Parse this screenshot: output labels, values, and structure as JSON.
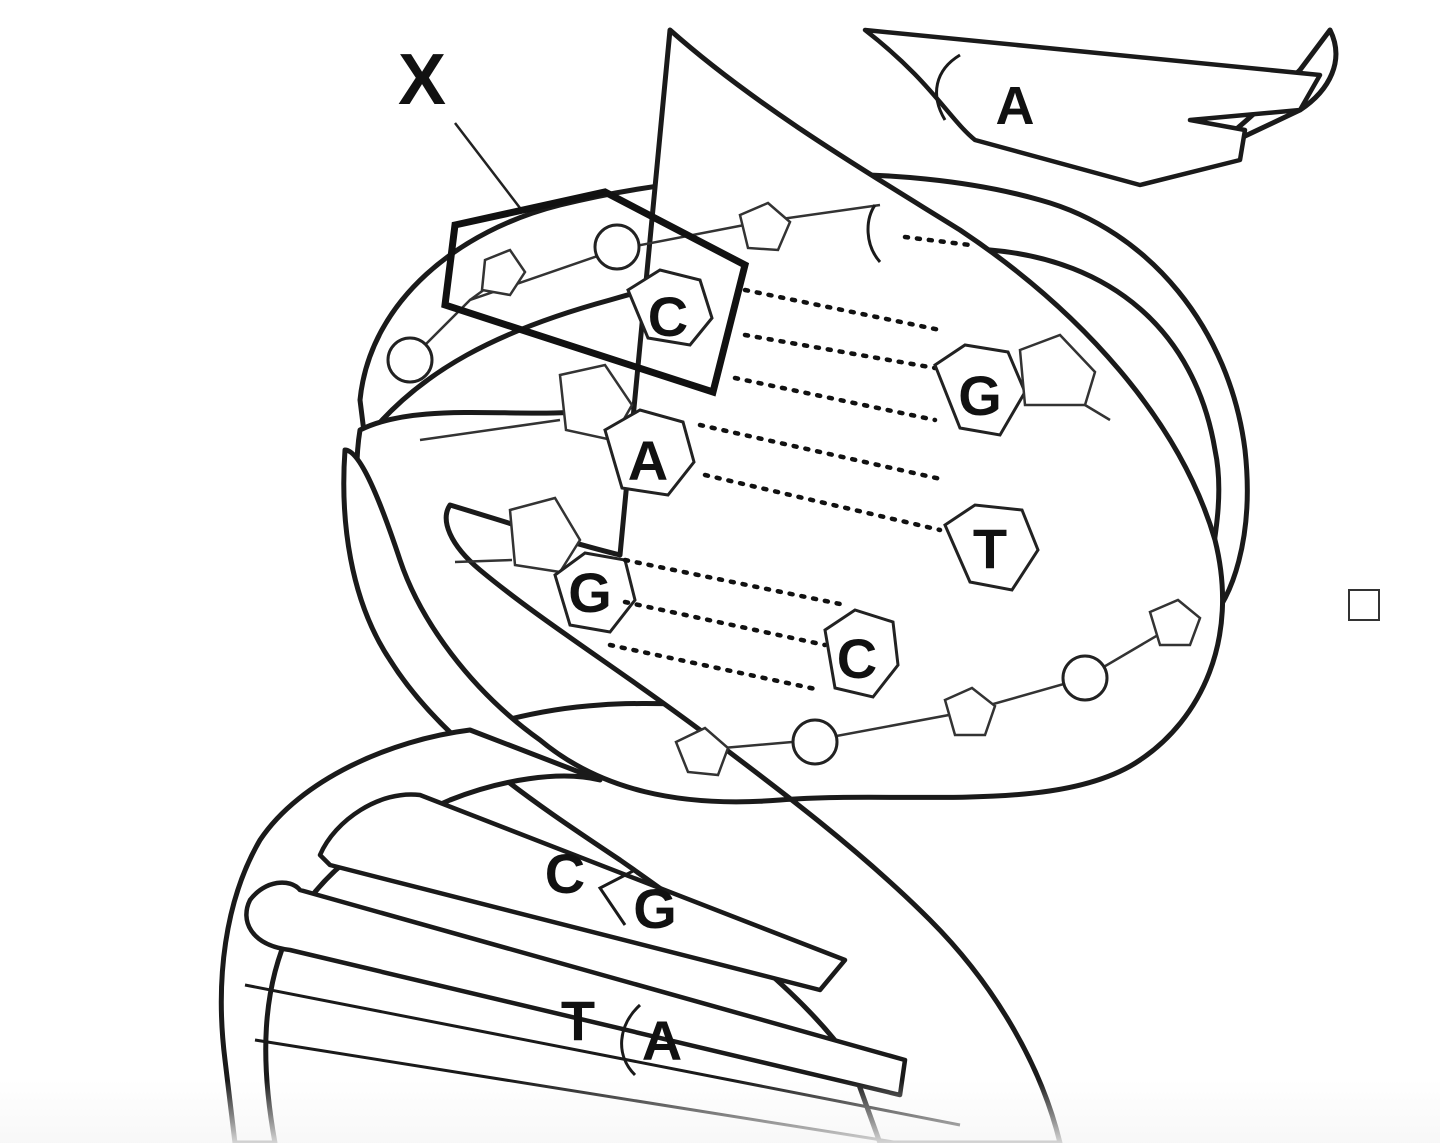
{
  "figure": {
    "label_x": "X",
    "upper_pair": {
      "left": "",
      "right": "A"
    },
    "middle_pairs": [
      {
        "left": "C",
        "right": "G"
      },
      {
        "left": "A",
        "right": "T"
      },
      {
        "left": "G",
        "right": "C"
      }
    ],
    "lower_pairs": [
      {
        "left": "C",
        "right": "G"
      },
      {
        "left": "T",
        "right": "A"
      }
    ]
  },
  "colors": {
    "ink": "#1a1a1a",
    "paper": "#ffffff"
  }
}
